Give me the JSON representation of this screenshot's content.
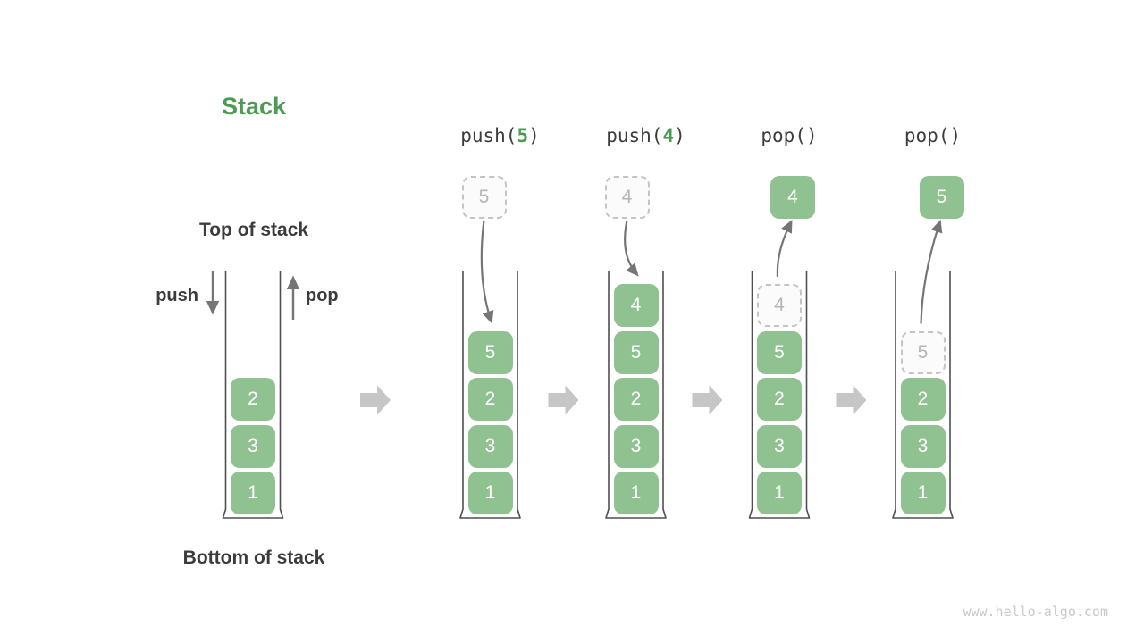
{
  "title": "Stack",
  "labels": {
    "top_of_stack": "Top of stack",
    "bottom_of_stack": "Bottom of stack",
    "push": "push",
    "pop": "pop"
  },
  "watermark": "www.hello-algo.com",
  "colors": {
    "accent_green": "#4C9B52",
    "box_green": "#90C190",
    "box_text": "#ffffff",
    "dark_text": "#3C3C3C",
    "dashed_border": "#c4c4c4",
    "dashed_text": "#b5b5b5",
    "container_wall": "#4F4F4F",
    "thin_arrow": "#757575",
    "block_arrow": "#c6c6c6",
    "watermark_color": "#c9c9c9",
    "background": "#ffffff"
  },
  "stages": [
    {
      "name": "initial",
      "stack": [
        {
          "value": "1"
        },
        {
          "value": "3"
        },
        {
          "value": "2"
        }
      ]
    },
    {
      "name": "push-5",
      "op_parts": [
        {
          "text": "push("
        },
        {
          "text": "5",
          "accent": true
        },
        {
          "text": ")"
        }
      ],
      "incoming": {
        "value": "5"
      },
      "stack": [
        {
          "value": "1"
        },
        {
          "value": "3"
        },
        {
          "value": "2"
        },
        {
          "value": "5"
        }
      ]
    },
    {
      "name": "push-4",
      "op_parts": [
        {
          "text": "push("
        },
        {
          "text": "4",
          "accent": true
        },
        {
          "text": ")"
        }
      ],
      "incoming": {
        "value": "4"
      },
      "stack": [
        {
          "value": "1"
        },
        {
          "value": "3"
        },
        {
          "value": "2"
        },
        {
          "value": "5"
        },
        {
          "value": "4"
        }
      ]
    },
    {
      "name": "pop-4",
      "op_parts": [
        {
          "text": "pop()"
        }
      ],
      "outgoing": {
        "value": "4"
      },
      "stack": [
        {
          "value": "1"
        },
        {
          "value": "3"
        },
        {
          "value": "2"
        },
        {
          "value": "5"
        },
        {
          "value": "4",
          "ghost": true
        }
      ]
    },
    {
      "name": "pop-5",
      "op_parts": [
        {
          "text": "pop()"
        }
      ],
      "outgoing": {
        "value": "5"
      },
      "stack": [
        {
          "value": "1"
        },
        {
          "value": "3"
        },
        {
          "value": "2"
        },
        {
          "value": "5",
          "ghost": true
        }
      ]
    }
  ]
}
